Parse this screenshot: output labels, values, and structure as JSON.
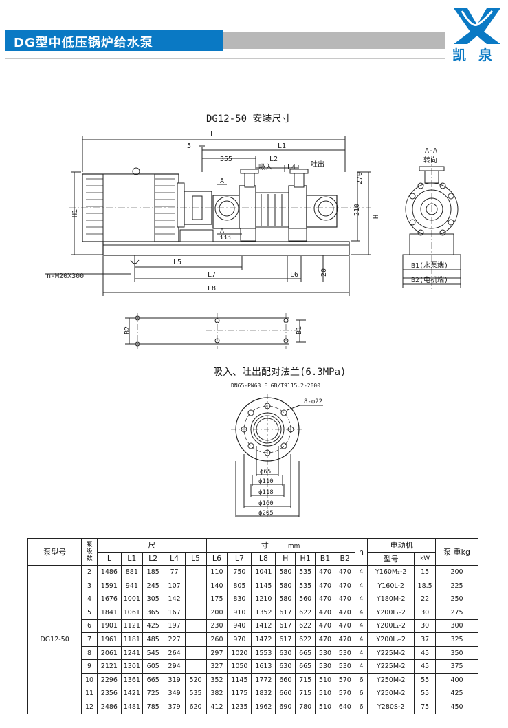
{
  "header": {
    "title": "DG型中低压锅炉给水泵",
    "brand": "凯泉",
    "brand_color": "#0a79c4"
  },
  "drawing": {
    "title": "DG12-50  安装尺寸",
    "labels": {
      "L": "L",
      "L1": "L1",
      "L2": "L2",
      "L4": "L4",
      "L5": "L5",
      "L6": "L6",
      "L7": "L7",
      "L8": "L8",
      "five": "5",
      "d355": "355",
      "d333": "333",
      "d270": "270",
      "d210": "210",
      "d20": "20",
      "H": "H",
      "H1": "H1",
      "A": "A",
      "suction": "吸入",
      "discharge": "吐出",
      "bolts": "n-M20X300",
      "section": "A-A",
      "rotation": "转向",
      "B1": "B1(水泵端)",
      "B2": "B2(电机端)",
      "B1s": "B1",
      "B2s": "B2"
    }
  },
  "flange": {
    "title": "吸入、吐出配对法兰(6.3MPa)",
    "standard": "DN65-PN63 F GB/T9115.2-2000",
    "holes": "8-ϕ22",
    "d1": "ϕ65",
    "d2": "ϕ110",
    "d3": "ϕ118",
    "d4": "ϕ160",
    "d5": "ϕ205"
  },
  "table": {
    "h_model": "泵型号",
    "h_stages": "泵\n级\n数",
    "h_dim1": "尺",
    "h_dim2": "寸",
    "h_mm": "mm",
    "h_motor": "电动机",
    "h_weight": "泵 重kg",
    "columns": [
      "L",
      "L1",
      "L2",
      "L4",
      "L5",
      "L6",
      "L7",
      "L8",
      "H",
      "H1",
      "B1",
      "B2"
    ],
    "h_n": "n",
    "h_motor_model": "型号",
    "h_kw": "kW",
    "model": "DG12-50",
    "rows": [
      {
        "stages": "2",
        "L": "1486",
        "L1": "881",
        "L2": "185",
        "L4": "77",
        "L5": "",
        "L6": "110",
        "L7": "750",
        "L8": "1041",
        "H": "580",
        "H1": "535",
        "B1": "470",
        "B2": "470",
        "n": "4",
        "motor": "Y160M₂-2",
        "kw": "15",
        "weight": "200"
      },
      {
        "stages": "3",
        "L": "1591",
        "L1": "941",
        "L2": "245",
        "L4": "107",
        "L5": "",
        "L6": "140",
        "L7": "805",
        "L8": "1145",
        "H": "580",
        "H1": "535",
        "B1": "470",
        "B2": "470",
        "n": "4",
        "motor": "Y160L-2",
        "kw": "18.5",
        "weight": "225"
      },
      {
        "stages": "4",
        "L": "1676",
        "L1": "1001",
        "L2": "305",
        "L4": "142",
        "L5": "",
        "L6": "175",
        "L7": "830",
        "L8": "1210",
        "H": "580",
        "H1": "560",
        "B1": "470",
        "B2": "470",
        "n": "4",
        "motor": "Y180M-2",
        "kw": "22",
        "weight": "250"
      },
      {
        "stages": "5",
        "L": "1841",
        "L1": "1061",
        "L2": "365",
        "L4": "167",
        "L5": "",
        "L6": "200",
        "L7": "910",
        "L8": "1352",
        "H": "617",
        "H1": "622",
        "B1": "470",
        "B2": "470",
        "n": "4",
        "motor": "Y200L₁-2",
        "kw": "30",
        "weight": "275"
      },
      {
        "stages": "6",
        "L": "1901",
        "L1": "1121",
        "L2": "425",
        "L4": "197",
        "L5": "",
        "L6": "230",
        "L7": "940",
        "L8": "1412",
        "H": "617",
        "H1": "622",
        "B1": "470",
        "B2": "470",
        "n": "4",
        "motor": "Y200L₁-2",
        "kw": "30",
        "weight": "300"
      },
      {
        "stages": "7",
        "L": "1961",
        "L1": "1181",
        "L2": "485",
        "L4": "227",
        "L5": "",
        "L6": "260",
        "L7": "970",
        "L8": "1472",
        "H": "617",
        "H1": "622",
        "B1": "470",
        "B2": "470",
        "n": "4",
        "motor": "Y200L₂-2",
        "kw": "37",
        "weight": "325"
      },
      {
        "stages": "8",
        "L": "2061",
        "L1": "1241",
        "L2": "545",
        "L4": "264",
        "L5": "",
        "L6": "297",
        "L7": "1020",
        "L8": "1553",
        "H": "630",
        "H1": "665",
        "B1": "530",
        "B2": "530",
        "n": "4",
        "motor": "Y225M-2",
        "kw": "45",
        "weight": "350"
      },
      {
        "stages": "9",
        "L": "2121",
        "L1": "1301",
        "L2": "605",
        "L4": "294",
        "L5": "",
        "L6": "327",
        "L7": "1050",
        "L8": "1613",
        "H": "630",
        "H1": "665",
        "B1": "530",
        "B2": "530",
        "n": "4",
        "motor": "Y225M-2",
        "kw": "45",
        "weight": "375"
      },
      {
        "stages": "10",
        "L": "2296",
        "L1": "1361",
        "L2": "665",
        "L4": "319",
        "L5": "520",
        "L6": "352",
        "L7": "1145",
        "L8": "1772",
        "H": "660",
        "H1": "715",
        "B1": "510",
        "B2": "570",
        "n": "6",
        "motor": "Y250M-2",
        "kw": "55",
        "weight": "400"
      },
      {
        "stages": "11",
        "L": "2356",
        "L1": "1421",
        "L2": "725",
        "L4": "349",
        "L5": "535",
        "L6": "382",
        "L7": "1175",
        "L8": "1832",
        "H": "660",
        "H1": "715",
        "B1": "510",
        "B2": "570",
        "n": "6",
        "motor": "Y250M-2",
        "kw": "55",
        "weight": "425"
      },
      {
        "stages": "12",
        "L": "2486",
        "L1": "1481",
        "L2": "785",
        "L4": "379",
        "L5": "620",
        "L6": "412",
        "L7": "1235",
        "L8": "1962",
        "H": "690",
        "H1": "780",
        "B1": "510",
        "B2": "640",
        "n": "6",
        "motor": "Y280S-2",
        "kw": "75",
        "weight": "450"
      }
    ]
  }
}
